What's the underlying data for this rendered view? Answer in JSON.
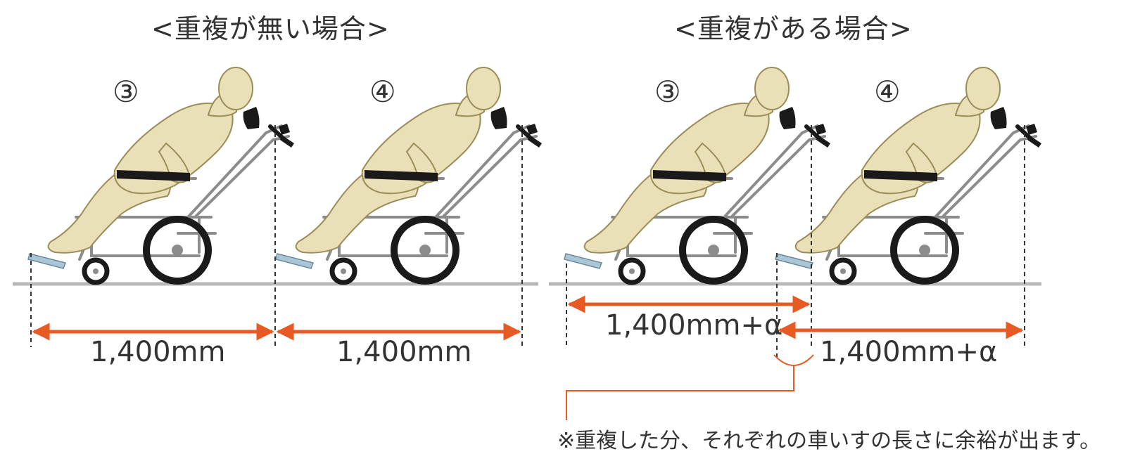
{
  "headings": {
    "no_overlap": "<重複が無い場合>",
    "overlap": "<重複がある場合>"
  },
  "chair_labels": {
    "a": "③",
    "b": "④",
    "c": "③",
    "d": "④"
  },
  "dimensions": {
    "left_1": "1,400mm",
    "left_2": "1,400mm",
    "right_1": "1,400mm+α",
    "right_2": "1,400mm+α"
  },
  "note": "※重複した分、それぞれの車いすの長さに余裕が出ます。",
  "colors": {
    "arrow": "#e85a24",
    "floor": "#b8b8b8",
    "figure": "#e9e0b8",
    "figure_outline": "#9a8d5a",
    "frame": "#8c8c8c",
    "wheel": "#1a1a1a",
    "footrest": "#a9c5d6"
  }
}
